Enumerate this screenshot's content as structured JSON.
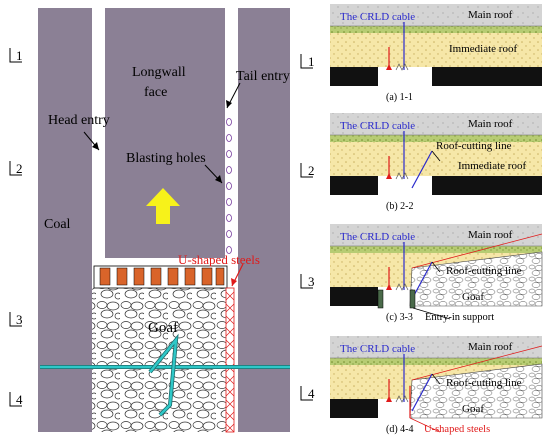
{
  "colors": {
    "coal": "#8b8095",
    "entry": "#ffffff",
    "main_roof": "#d4d4d4",
    "immediate_roof": "#f6e7a8",
    "green_band": "#b7cc73",
    "cable": "#2a2acc",
    "red": "#e01a1a",
    "cyan": "#2fc8c8",
    "arrow": "#f7f21a",
    "support_orange": "#d9642a"
  },
  "left_diagram": {
    "labels": {
      "coal": "Coal",
      "longwall_face": "Longwall\nface",
      "tail_entry": "Tail entry",
      "head_entry": "Head entry",
      "blasting_holes": "Blasting holes",
      "u_shaped_steels": "U-shaped steels",
      "goaf": "Goaf"
    },
    "sections": [
      "1",
      "2",
      "3",
      "4"
    ],
    "icons": [
      "advance-arrow-icon",
      "crld-cable-icon"
    ]
  },
  "right_panels": [
    {
      "id": "1-1",
      "side_label": "1",
      "caption": "(a) 1-1",
      "cable_label": "The CRLD cable",
      "main_roof": "Main roof",
      "immediate_roof": "Immediate roof"
    },
    {
      "id": "2-2",
      "side_label": "2",
      "caption": "(b) 2-2",
      "cable_label": "The CRLD cable",
      "main_roof": "Main roof",
      "roof_cutting_line": "Roof-cutting line",
      "immediate_roof": "Immediate roof"
    },
    {
      "id": "3-3",
      "side_label": "3",
      "caption": "(c) 3-3",
      "cable_label": "The CRLD cable",
      "main_roof": "Main roof",
      "roof_cutting_line": "Roof-cutting line",
      "goaf": "Goaf",
      "extra": "Entry-in support"
    },
    {
      "id": "4-4",
      "side_label": "4",
      "caption": "(d) 4-4",
      "cable_label": "The CRLD cable",
      "main_roof": "Main roof",
      "roof_cutting_line": "Roof-cutting line",
      "goaf": "Goaf",
      "extra": "U-shaped steels"
    }
  ]
}
